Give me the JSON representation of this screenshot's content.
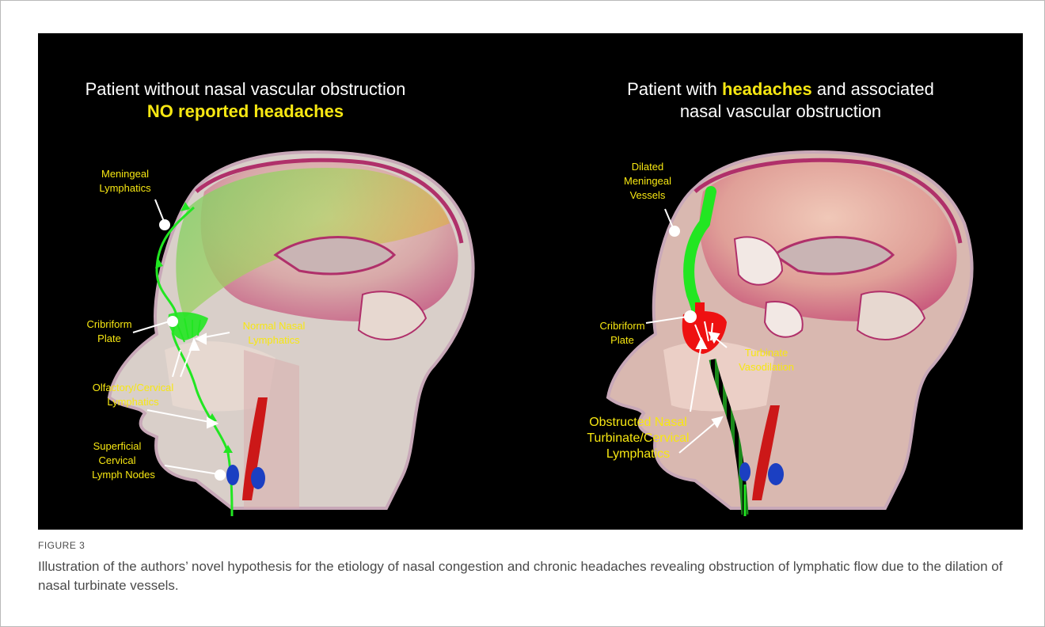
{
  "figure": {
    "left_panel": {
      "title_line1": "Patient without  nasal vascular obstruction",
      "title_line2": "NO reported headaches",
      "labels": {
        "meningeal": [
          "Meningeal",
          "Lymphatics"
        ],
        "cribriform": [
          "Cribriform",
          "Plate"
        ],
        "normal_nasal": [
          "Normal Nasal",
          "Lymphatics"
        ],
        "olfactory": [
          "Olfactory/Cervical",
          "Lymphatics"
        ],
        "superficial": [
          "Superficial",
          "Cervical",
          "Lymph Nodes"
        ]
      }
    },
    "right_panel": {
      "title_part1": "Patient with ",
      "title_highlight": "headaches",
      "title_part2": " and associated",
      "title_line2": "nasal vascular obstruction",
      "labels": {
        "dilated": [
          "Dilated",
          "Meningeal",
          "Vessels"
        ],
        "cribriform": [
          "Cribriform",
          "Plate"
        ],
        "turbinate": [
          "Turbinate",
          "Vasodilation"
        ],
        "obstructed": [
          "Obstructed Nasal",
          "Turbinate/Cervical",
          "Lymphatics"
        ]
      }
    },
    "colors": {
      "background": "#000000",
      "label_yellow": "#f7e712",
      "lymphatic_green": "#22e622",
      "obstruction_red": "#ee1111",
      "lymph_node_blue": "#1b3fc2"
    }
  },
  "caption": {
    "label": "FIGURE 3",
    "text": "Illustration of the authors’ novel hypothesis for the etiology of nasal congestion and chronic headaches revealing obstruction of lymphatic flow due to the dilation of nasal turbinate vessels."
  }
}
